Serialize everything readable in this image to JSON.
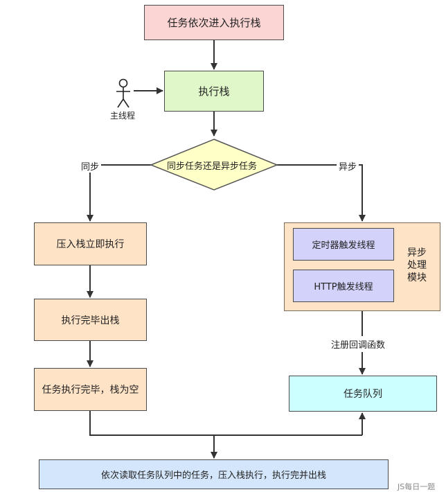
{
  "nodes": {
    "start": "任务依次进入执行栈",
    "exec_stack": "执行栈",
    "main_thread": "主线程",
    "decision": "同步任务还是异步任务",
    "sync": "同步",
    "async": "异步",
    "push_exec": "压入栈立即执行",
    "pop_done": "执行完毕出栈",
    "empty_stack": "任务执行完毕，栈为空",
    "timer_thread": "定时器触发线程",
    "http_thread": "HTTP触发线程",
    "async_module": "异步处理模块",
    "register_callback": "注册回调函数",
    "task_queue": "任务队列",
    "read_queue": "依次读取任务队列中的任务，压入栈执行，执行完并出栈"
  },
  "watermark": "JS每日一题",
  "colors": {
    "start": "#fbd4d4",
    "exec": "#dff7c9",
    "decision": "#ffffc8",
    "orange": "#ffe3c6",
    "purple": "#d2d2fb",
    "queue": "#ccffff",
    "bottom": "#d4e6fb"
  }
}
